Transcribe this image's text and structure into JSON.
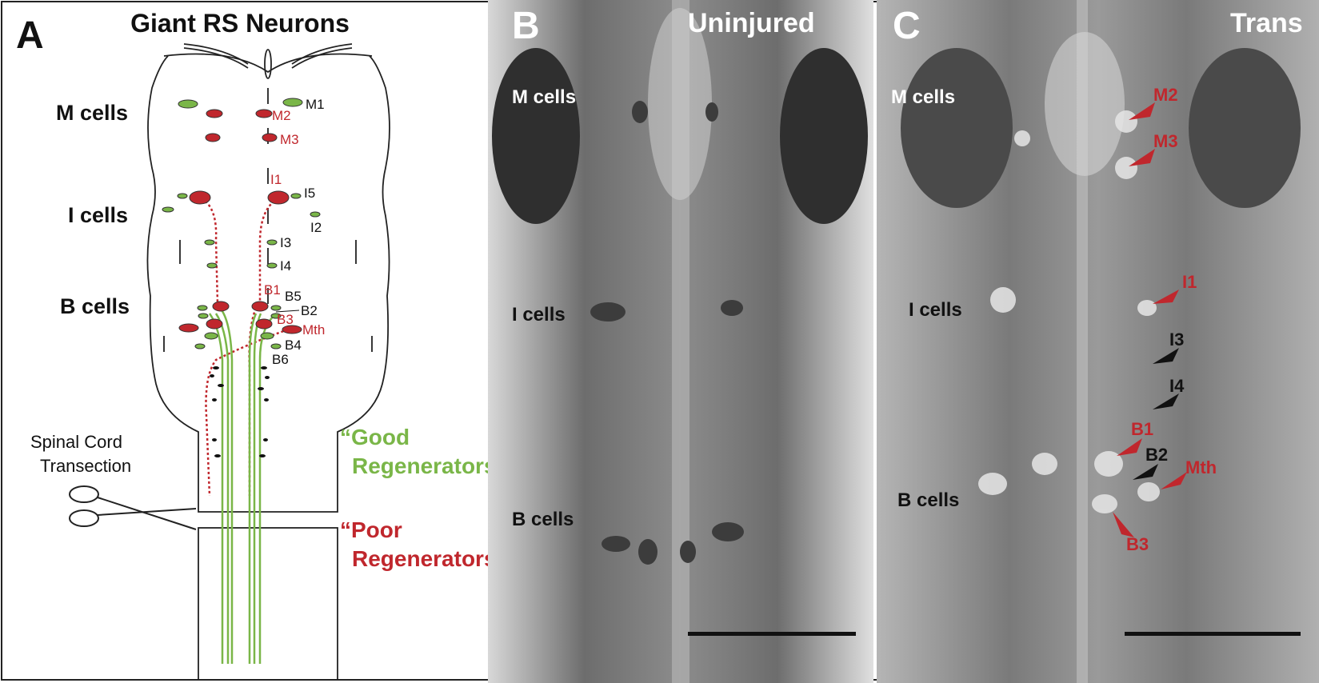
{
  "colors": {
    "good": "#7ab648",
    "poor": "#c0272d",
    "ink": "#111111"
  },
  "panelA": {
    "letter": "A",
    "title": "Giant RS Neurons",
    "groups": {
      "m": "M cells",
      "i": "I cells",
      "b": "B cells"
    },
    "cells": {
      "m1": "M1",
      "m2": "M2",
      "m3": "M3",
      "i1": "I1",
      "i5": "I5",
      "i2": "I2",
      "i3": "I3",
      "i4": "I4",
      "b1": "B1",
      "b5": "B5",
      "b2": "B2",
      "b3": "B3",
      "mth": "Mth",
      "b4": "B4",
      "b6": "B6"
    },
    "transection": {
      "line1": "Spinal Cord",
      "line2": "Transection"
    },
    "legend": {
      "good1": "“Good",
      "good2": "Regenerators”",
      "poor1": "“Poor",
      "poor2": "Regenerators”"
    }
  },
  "panelB": {
    "letter": "B",
    "condition": "Uninjured",
    "labels": {
      "m": "M cells",
      "i": "I cells",
      "b": "B cells"
    }
  },
  "panelC": {
    "letter": "C",
    "condition": "Trans",
    "labels": {
      "m": "M cells",
      "i": "I cells",
      "b": "B cells"
    },
    "arrows": {
      "m2": "M2",
      "m3": "M3",
      "i1": "I1",
      "i3": "I3",
      "i4": "I4",
      "b1": "B1",
      "b2": "B2",
      "mth": "Mth",
      "b3": "B3"
    }
  }
}
